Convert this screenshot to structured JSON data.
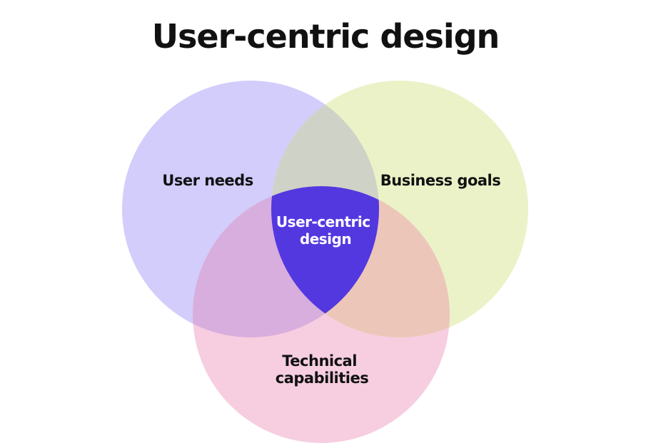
{
  "title": "User-centric design",
  "sets": {
    "user_needs": {
      "label": "User needs",
      "color": "#d2cdfb"
    },
    "business_goals": {
      "label": "Business goals",
      "color": "#ebf2c8"
    },
    "technical_capabilities": {
      "label_lines": [
        "Technical",
        "capabilities"
      ],
      "color": "#f6cee0"
    }
  },
  "intersection": {
    "label_lines": [
      "User-centric",
      "design"
    ],
    "color": "#5338e0",
    "text_color": "#ffffff"
  },
  "pair_colors": {
    "user_business": "#cfd2c6",
    "user_technical": "#d8aede",
    "business_technical": "#ecc7b9"
  },
  "label_color": "#111111"
}
